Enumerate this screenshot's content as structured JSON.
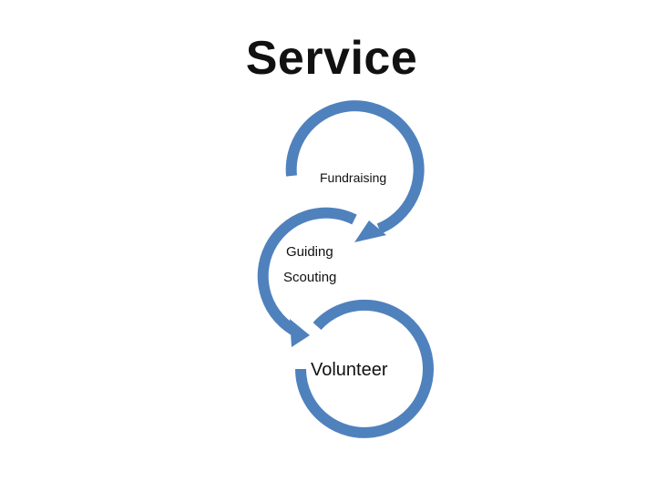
{
  "title": "Service",
  "nodes": [
    {
      "id": "fundraising",
      "label": "Fundraising"
    },
    {
      "id": "guiding",
      "label": "Guiding"
    },
    {
      "id": "scouting",
      "label": "Scouting"
    },
    {
      "id": "volunteer",
      "label": "Volunteer"
    }
  ],
  "colors": {
    "arrow": "#4F81BD",
    "arrow_edge": "#3E6EA8",
    "text": "#111111",
    "background": "#FFFFFF"
  }
}
